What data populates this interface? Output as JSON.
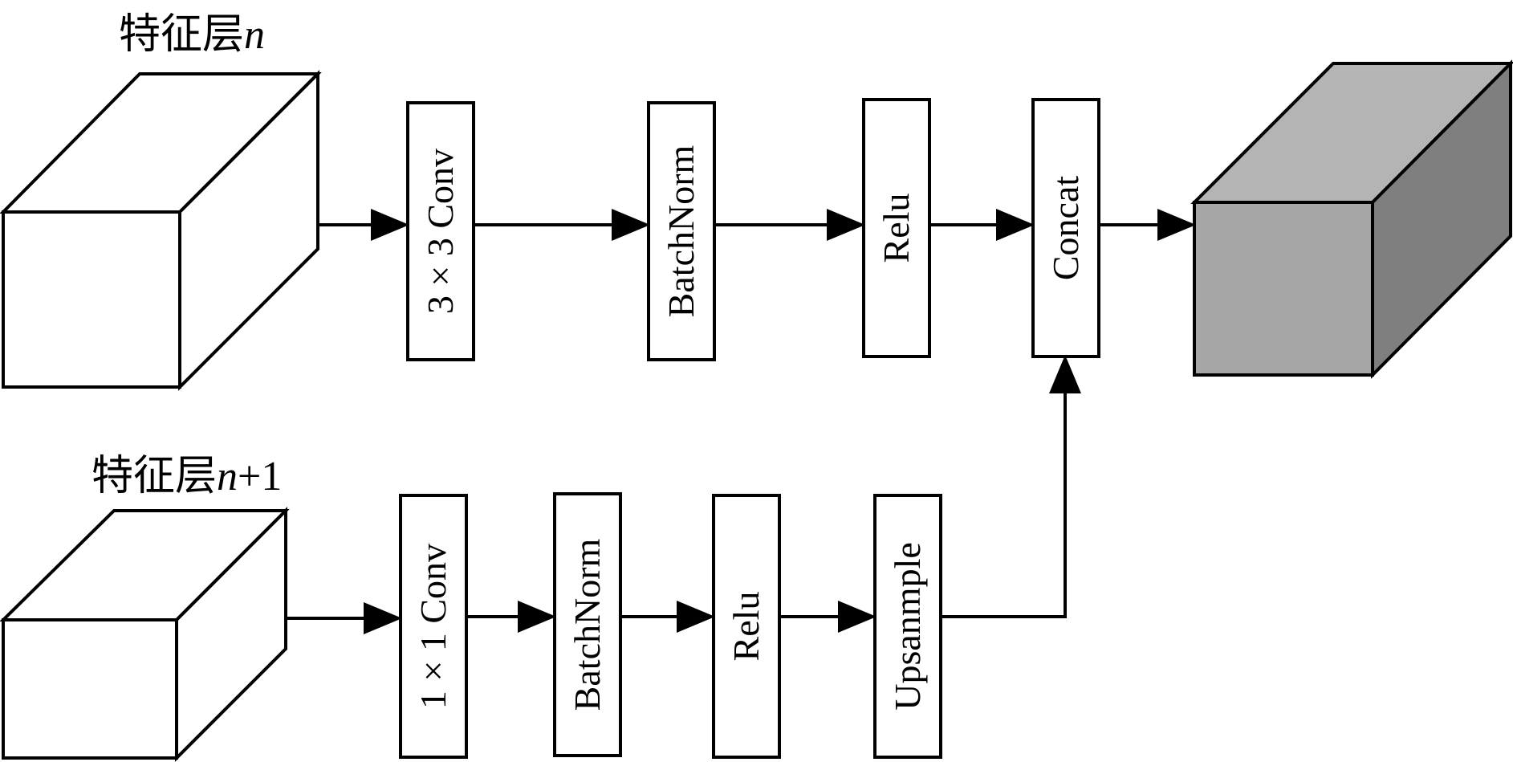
{
  "top_branch": {
    "input_label_prefix": "特征层",
    "input_label_var": "n",
    "blocks": [
      "3 × 3 Conv",
      "BatchNorm",
      "Relu",
      "Concat"
    ]
  },
  "bottom_branch": {
    "input_label_prefix": "特征层",
    "input_label_var": "n",
    "input_label_suffix": "+1",
    "blocks": [
      "1 × 1 Conv",
      "BatchNorm",
      "Relu",
      "Upsanmple"
    ]
  },
  "colors": {
    "line": "#000000",
    "input_cube_fill": "#ffffff",
    "output_cube_front": "#a6a6a6",
    "output_cube_top": "#b4b4b4",
    "output_cube_side": "#7f7f7f"
  }
}
